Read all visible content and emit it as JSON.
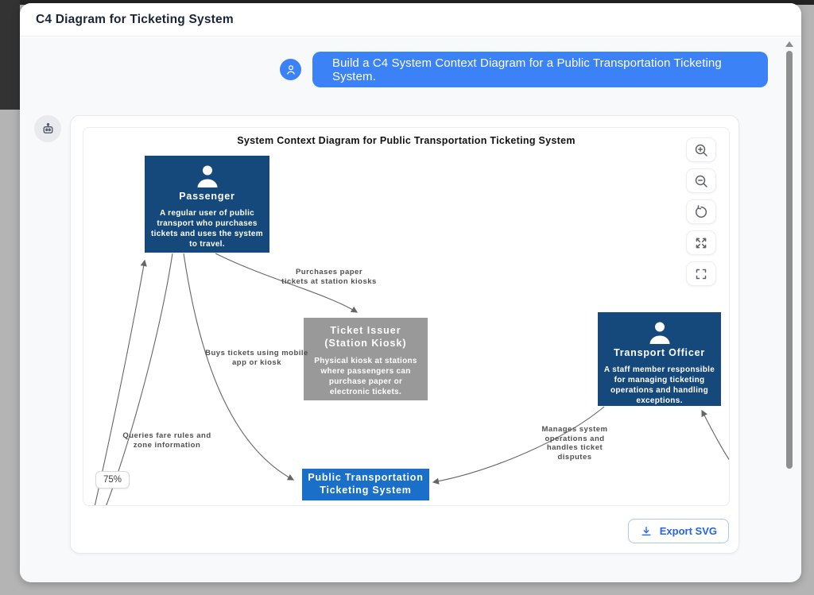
{
  "window": {
    "title": "C4 Diagram for Ticketing System"
  },
  "chat": {
    "user_message": "Build a C4 System Context Diagram for a Public Transportation Ticketing System."
  },
  "diagram": {
    "title": "System Context Diagram for Public Transportation Ticketing System",
    "zoom_level": "75%",
    "export_label": "Export SVG",
    "colors": {
      "person_node": "#15497B",
      "external_node": "#999999",
      "system_node": "#1A70C8",
      "chat_bubble": "#3B82F6",
      "edge": "#666666"
    },
    "nodes": {
      "passenger": {
        "label": "Passenger",
        "description": "A regular user of public transport who purchases tickets and uses the system to travel."
      },
      "ticket_issuer": {
        "label": "Ticket Issuer (Station Kiosk)",
        "description": "Physical kiosk at stations where passengers can purchase paper or electronic tickets."
      },
      "transport_officer": {
        "label": "Transport Officer",
        "description": "A staff member responsible for managing ticketing operations and handling exceptions."
      },
      "system": {
        "label": "Public Transportation Ticketing System"
      }
    },
    "edge_labels": {
      "purchases": "Purchases paper tickets at station kiosks",
      "buys": "Buys tickets using mobile app or kiosk",
      "queries": "Queries fare rules and zone information",
      "manages": "Manages system operations and handles ticket disputes"
    },
    "toolbar": {
      "buttons": [
        "zoom-in",
        "zoom-out",
        "reset-view",
        "fit-view",
        "fullscreen"
      ]
    }
  }
}
